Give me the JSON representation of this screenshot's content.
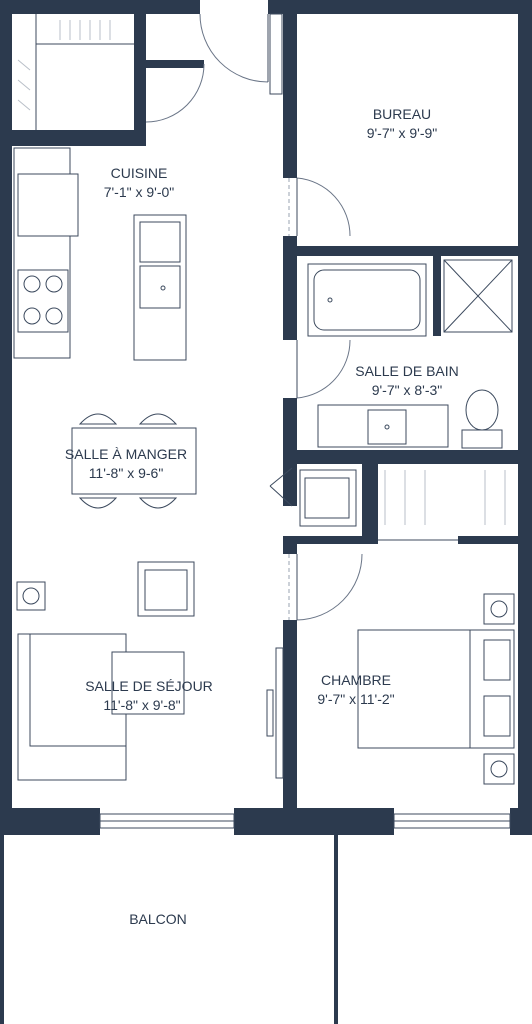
{
  "rooms": {
    "bureau": {
      "name": "BUREAU",
      "dims": "9'-7\" x 9'-9\""
    },
    "cuisine": {
      "name": "CUISINE",
      "dims": "7'-1\" x 9'-0\""
    },
    "salle_de_bain": {
      "name": "SALLE DE BAIN",
      "dims": "9'-7\" x 8'-3\""
    },
    "salle_a_manger": {
      "name": "SALLE À MANGER",
      "dims": "11'-8\" x 9-6\""
    },
    "salle_de_sejour": {
      "name": "SALLE DE SÉJOUR",
      "dims": "11'-8\" x 9'-8\""
    },
    "chambre": {
      "name": "CHAMBRE",
      "dims": "9'-7\" x 11'-2\""
    },
    "balcon": {
      "name": "BALCON"
    }
  },
  "colors": {
    "wall": "#2c3a4e",
    "line": "#3c4a5e",
    "background": "#ffffff"
  }
}
